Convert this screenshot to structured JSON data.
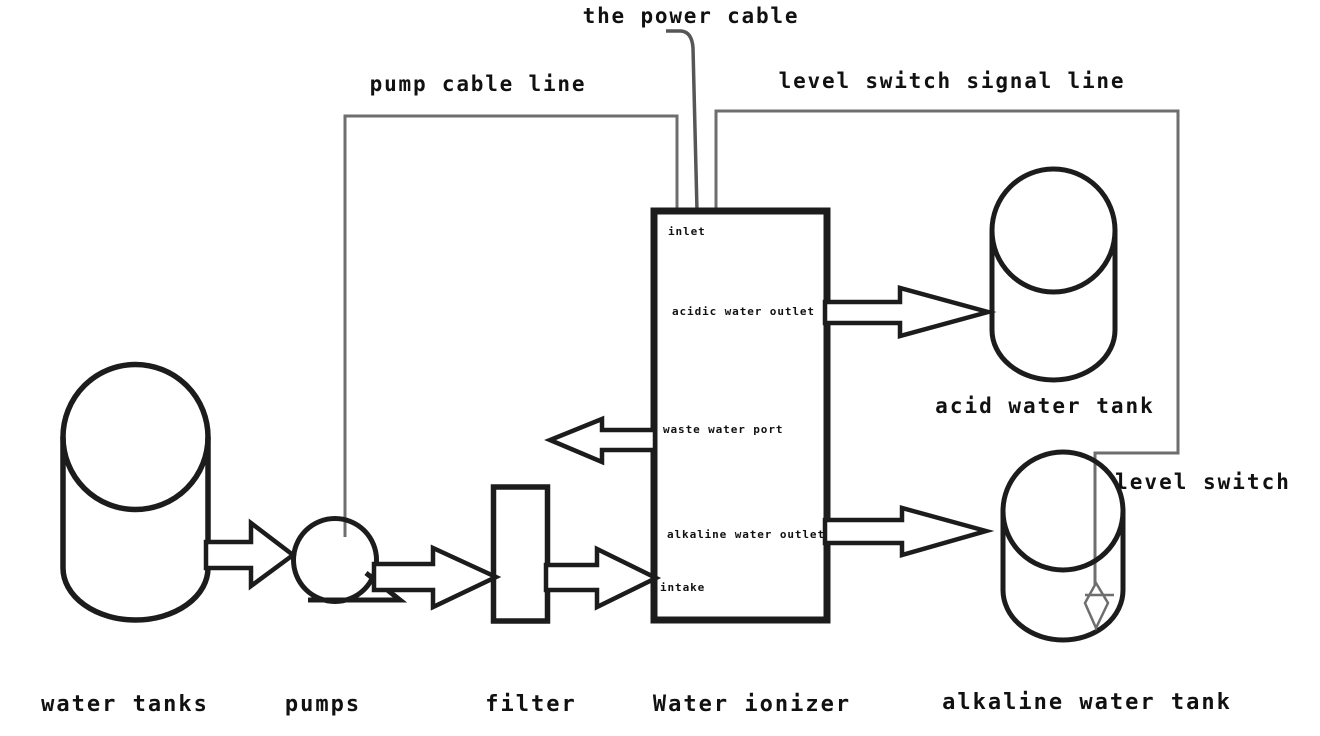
{
  "colors": {
    "shape_black": "#1c1c1c",
    "text_black": "#111111",
    "cable_gray": "#6e6e6e",
    "power_cable_gray": "#565656",
    "background": "#ffffff"
  },
  "cable_labels": {
    "power_cable": "the power cable",
    "pump_cable": "pump cable line",
    "level_switch_signal": "level switch signal line"
  },
  "component_labels": {
    "water_tanks": "water tanks",
    "pumps": "pumps",
    "filter": "filter",
    "water_ionizer": "Water ionizer",
    "acid_water_tank": "acid water tank",
    "alkaline_water_tank": "alkaline water tank",
    "level_switch": "level switch"
  },
  "ionizer_ports": {
    "inlet": "inlet",
    "acidic_outlet": "acidic water outlet",
    "waste_port": "waste water port",
    "alkaline_outlet": "alkaline water outlet",
    "intake": "intake"
  }
}
